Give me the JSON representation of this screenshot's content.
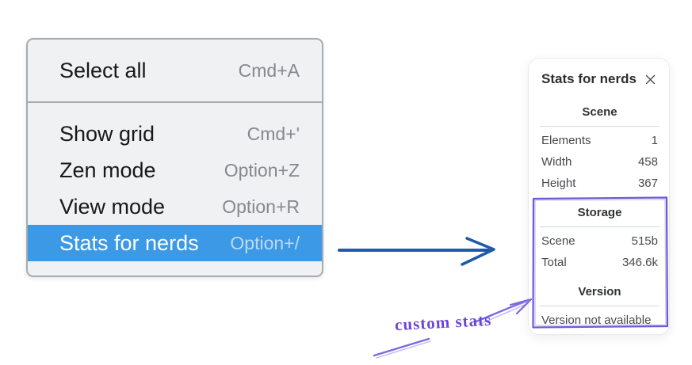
{
  "menu": {
    "sections": [
      {
        "items": [
          {
            "label": "Select all",
            "shortcut": "Cmd+A",
            "highlighted": false
          }
        ]
      },
      {
        "items": [
          {
            "label": "Show grid",
            "shortcut": "Cmd+'",
            "highlighted": false
          },
          {
            "label": "Zen mode",
            "shortcut": "Option+Z",
            "highlighted": false
          },
          {
            "label": "View mode",
            "shortcut": "Option+R",
            "highlighted": false
          },
          {
            "label": "Stats for nerds",
            "shortcut": "Option+/",
            "highlighted": true
          }
        ]
      }
    ]
  },
  "stats_panel": {
    "title": "Stats for nerds",
    "close_icon": "x-icon",
    "sections": [
      {
        "header": "Scene",
        "rows": [
          [
            "Elements",
            "1"
          ],
          [
            "Width",
            "458"
          ],
          [
            "Height",
            "367"
          ]
        ]
      },
      {
        "header": "Storage",
        "rows": [
          [
            "Scene",
            "515b"
          ],
          [
            "Total",
            "346.6k"
          ]
        ]
      },
      {
        "header": "Version",
        "rows": [],
        "note": "Version not available"
      }
    ]
  },
  "annotation": {
    "label": "custom stats"
  },
  "colors": {
    "menu_highlight": "#3c99e6",
    "menu_background": "#f0f1f3",
    "menu_border": "#a6acb3",
    "arrow_blue": "#1d5ba8",
    "annotation_purple": "#6e58d5"
  }
}
